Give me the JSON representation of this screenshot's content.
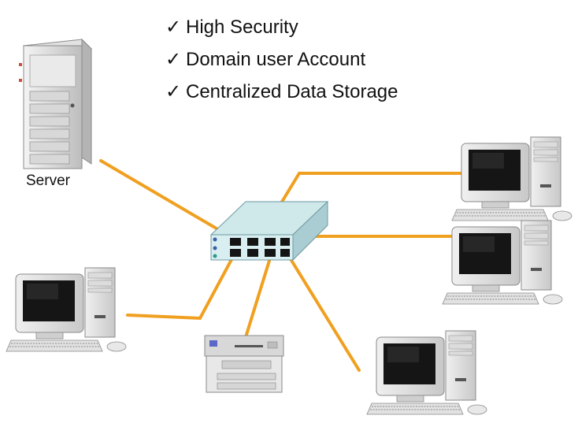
{
  "features": [
    {
      "check": "✓",
      "text": "High Security"
    },
    {
      "check": "✓",
      "text": "Domain user Account"
    },
    {
      "check": "✓",
      "text": "Centralized Data Storage"
    }
  ],
  "server": {
    "label": "Server"
  },
  "colors": {
    "cable": "#f0a020",
    "switch_top": "#cfe8ea",
    "switch_front": "#d9eef0",
    "switch_side": "#a9cdd2",
    "computer_body": "#e6e6e6",
    "screen": "#151515",
    "port": "#141414"
  },
  "icons": [
    "server-icon",
    "network-switch-icon",
    "desktop-computer-icon",
    "printer-icon"
  ]
}
